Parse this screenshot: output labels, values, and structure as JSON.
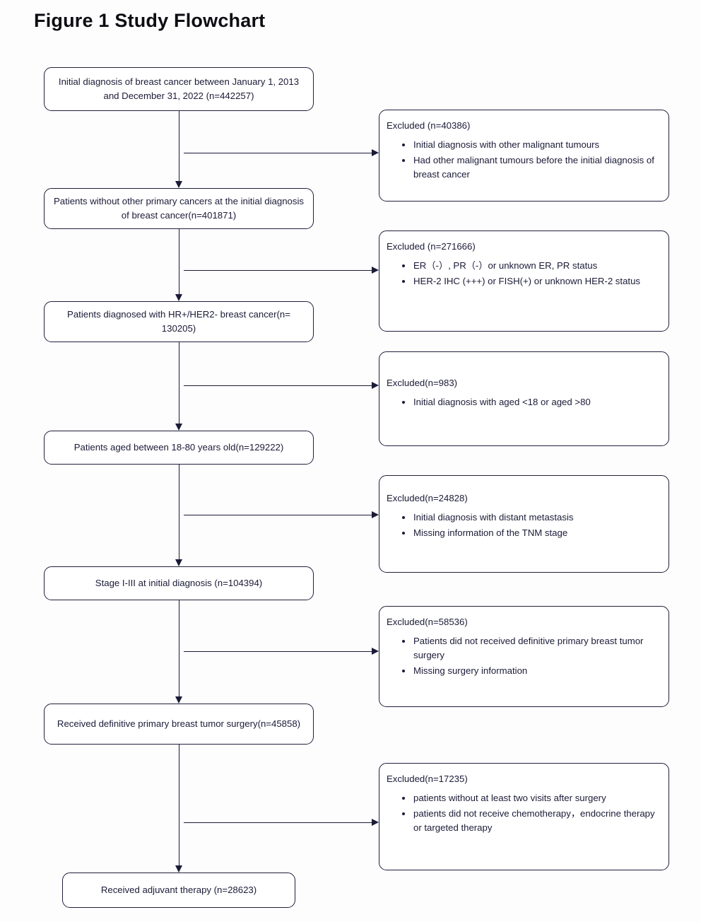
{
  "figure": {
    "title": "Figure 1 Study Flowchart"
  },
  "flow": {
    "main_nodes": [
      {
        "id": "initial-diagnosis",
        "text": "Initial diagnosis of breast cancer between January 1, 2013 and December 31, 2022  (n=442257)"
      },
      {
        "id": "no-other-primary-cancers",
        "text": "Patients without other primary cancers  at the initial diagnosis of breast cancer(n=401871)"
      },
      {
        "id": "hr-positive-her2-negative",
        "text": "Patients diagnosed with HR+/HER2- breast cancer(n= 130205)"
      },
      {
        "id": "age-18-80",
        "text": "Patients aged between 18-80 years old(n=129222)"
      },
      {
        "id": "stage-i-iii",
        "text": "Stage I-III at initial diagnosis (n=104394)"
      },
      {
        "id": "received-surgery",
        "text": "Received definitive primary breast tumor surgery(n=45858)"
      },
      {
        "id": "received-adjuvant-therapy",
        "text": "Received adjuvant therapy  (n=28623)"
      }
    ],
    "excluded_nodes": [
      {
        "id": "excluded-other-tumours",
        "heading": "Excluded (n=40386)",
        "items": [
          "Initial diagnosis with other malignant tumours",
          "Had other malignant tumours before the initial diagnosis of breast cancer"
        ]
      },
      {
        "id": "excluded-receptor-status",
        "heading": "Excluded (n=271666)",
        "items": [
          "ER（-）, PR（-）or unknown ER, PR status",
          "HER-2 IHC (+++) or FISH(+) or unknown HER-2 status"
        ]
      },
      {
        "id": "excluded-age",
        "heading": "Excluded(n=983)",
        "items": [
          "Initial diagnosis with aged <18 or aged >80"
        ]
      },
      {
        "id": "excluded-metastasis-stage",
        "heading": "Excluded(n=24828)",
        "items": [
          "Initial diagnosis with distant metastasis",
          "Missing information of the TNM stage"
        ]
      },
      {
        "id": "excluded-surgery",
        "heading": "Excluded(n=58536)",
        "items": [
          "Patients did not received definitive primary breast tumor surgery",
          "Missing surgery information"
        ]
      },
      {
        "id": "excluded-visits-therapy",
        "heading": "Excluded(n=17235)",
        "items": [
          "patients without at least two visits after surgery",
          "patients did not receive chemotherapy，endocrine therapy or targeted therapy"
        ]
      }
    ]
  },
  "colors": {
    "border": "#20203c",
    "text": "#1b1b38",
    "title": "#0d0d12",
    "background": "#fdfdfe"
  }
}
